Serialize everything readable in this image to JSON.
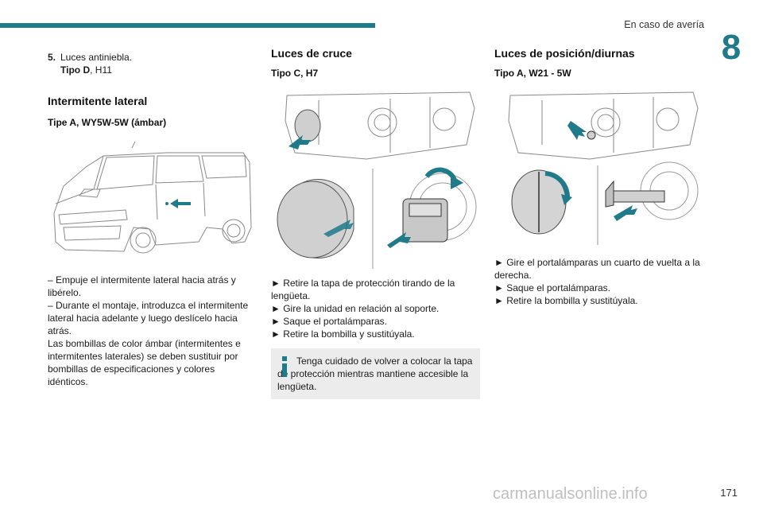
{
  "header": {
    "section_title": "En caso de avería",
    "chapter_number": "8"
  },
  "col1": {
    "item5": {
      "number": "5.",
      "name": "Luces antiniebla.",
      "type_label": "Tipo D",
      "type_rest": ", H11"
    },
    "heading": "Intermitente lateral",
    "subheading": "Tipe A, WY5W-5W (ámbar)",
    "paragraphs": [
      "– Empuje el intermitente lateral hacia atrás y libérelo.",
      "– Durante el montaje, introduzca el intermitente lateral hacia adelante y luego deslícelo hacia atrás.",
      "Las bombillas de color ámbar (intermitentes e intermitentes laterales) se deben sustituir por bombillas de especificaciones y colores idénticos."
    ]
  },
  "col2": {
    "heading": "Luces de cruce",
    "subheading": "Tipo C, H7",
    "steps": [
      "► Retire la tapa de protección tirando de la lengüeta.",
      "► Gire la unidad en relación al soporte.",
      "► Saque el portalámparas.",
      "► Retire la bombilla y sustitúyala."
    ],
    "info": "Tenga cuidado de volver a colocar la tapa de protección mientras mantiene accesible la lengüeta."
  },
  "col3": {
    "heading": "Luces de posición/diurnas",
    "subheading": "Tipo A, W21 - 5W",
    "steps": [
      "► Gire el portalámparas un cuarto de vuelta a la derecha.",
      "► Saque el portalámparas.",
      "► Retire la bombilla y sustitúyala."
    ]
  },
  "footer": {
    "page_number": "171",
    "watermark": "carmanualsonline.info"
  },
  "colors": {
    "accent": "#1f7a89",
    "info_bg": "#ececec"
  }
}
